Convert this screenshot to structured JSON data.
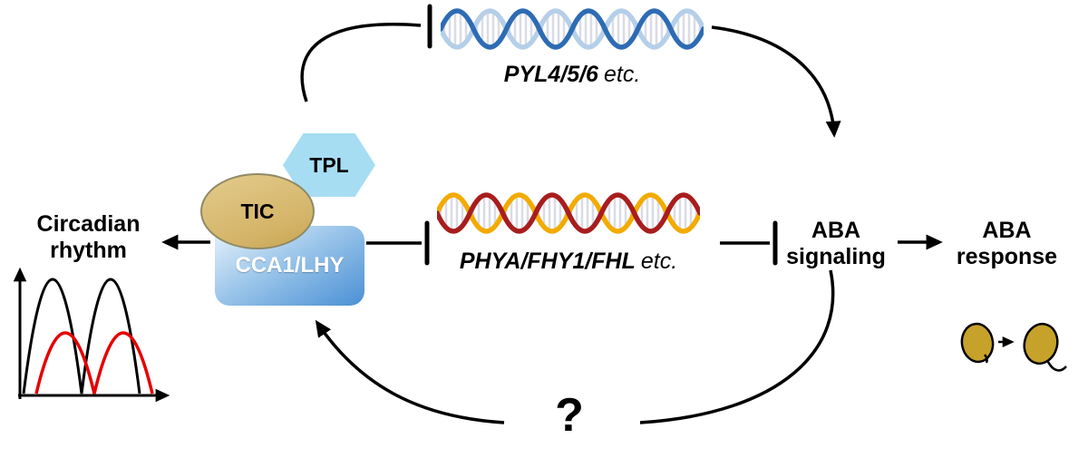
{
  "labels": {
    "pyl_gene": "PYL4/5/6",
    "pyl_etc": "etc.",
    "phy_gene": "PHYA/FHY1/FHL",
    "phy_etc": "etc.",
    "circadian_line1": "Circadian",
    "circadian_line2": "rhythm",
    "tpl": "TPL",
    "tic": "TIC",
    "cca1_lhy": "CCA1/LHY",
    "aba_signaling_line1": "ABA",
    "aba_signaling_line2": "signaling",
    "aba_response_line1": "ABA",
    "aba_response_line2": "response",
    "question": "?"
  },
  "colors": {
    "pyl_strand_dark": "#2d6cb4",
    "pyl_strand_light": "#b5cfe9",
    "phy_strand_red": "#a81d1d",
    "phy_strand_yellow": "#f2ab00",
    "rung": "#d9dce6",
    "tpl_fill": "#a6ddf3",
    "tic_fill": "#d4b468",
    "cca_gradient_bottom": "#4a90d5",
    "seed_fill": "#c6a22b",
    "curve_red": "#e60000",
    "arrow_black": "#000000"
  }
}
